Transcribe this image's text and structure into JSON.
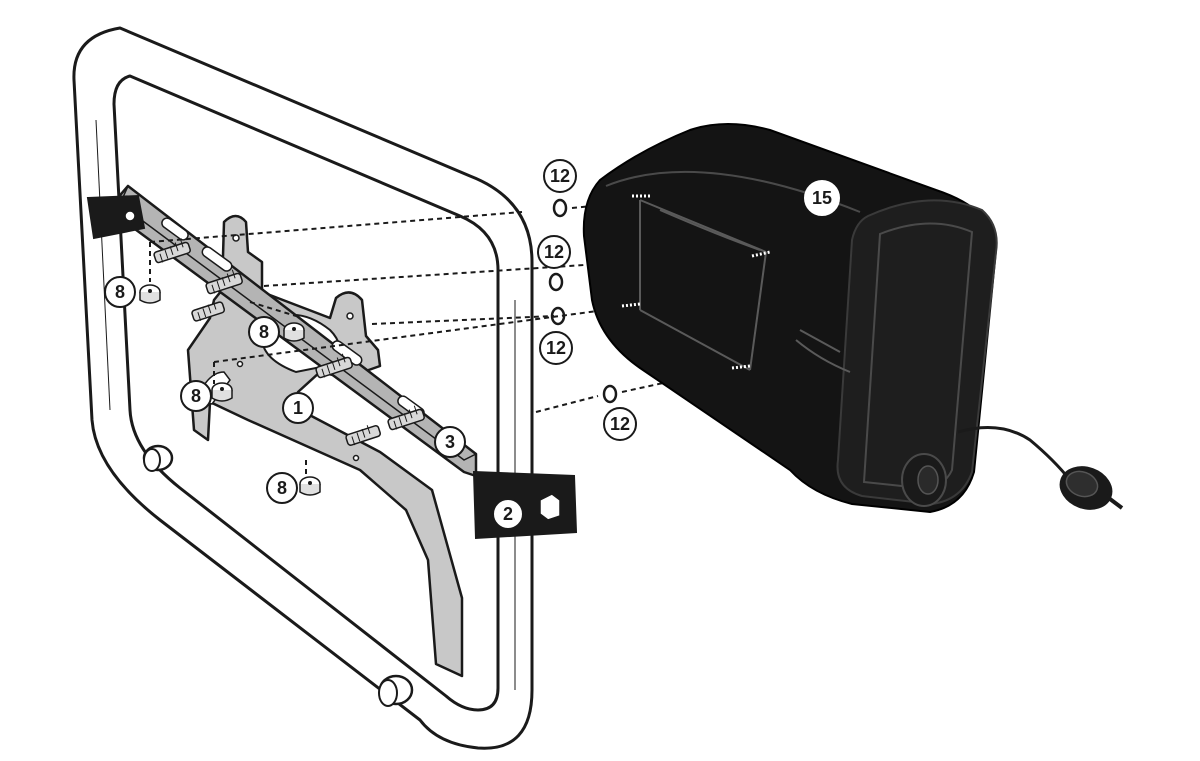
{
  "callouts": {
    "c1": "1",
    "c2": "2",
    "c3": "3",
    "c8a": "8",
    "c8b": "8",
    "c8c": "8",
    "c8d": "8",
    "c12a": "12",
    "c12b": "12",
    "c12c": "12",
    "c12d": "12",
    "c15": "15"
  },
  "colors": {
    "line": "#1a1a1a",
    "plate": "#c8c8c8",
    "bag": "#141414",
    "highlight": "#ffffff"
  }
}
